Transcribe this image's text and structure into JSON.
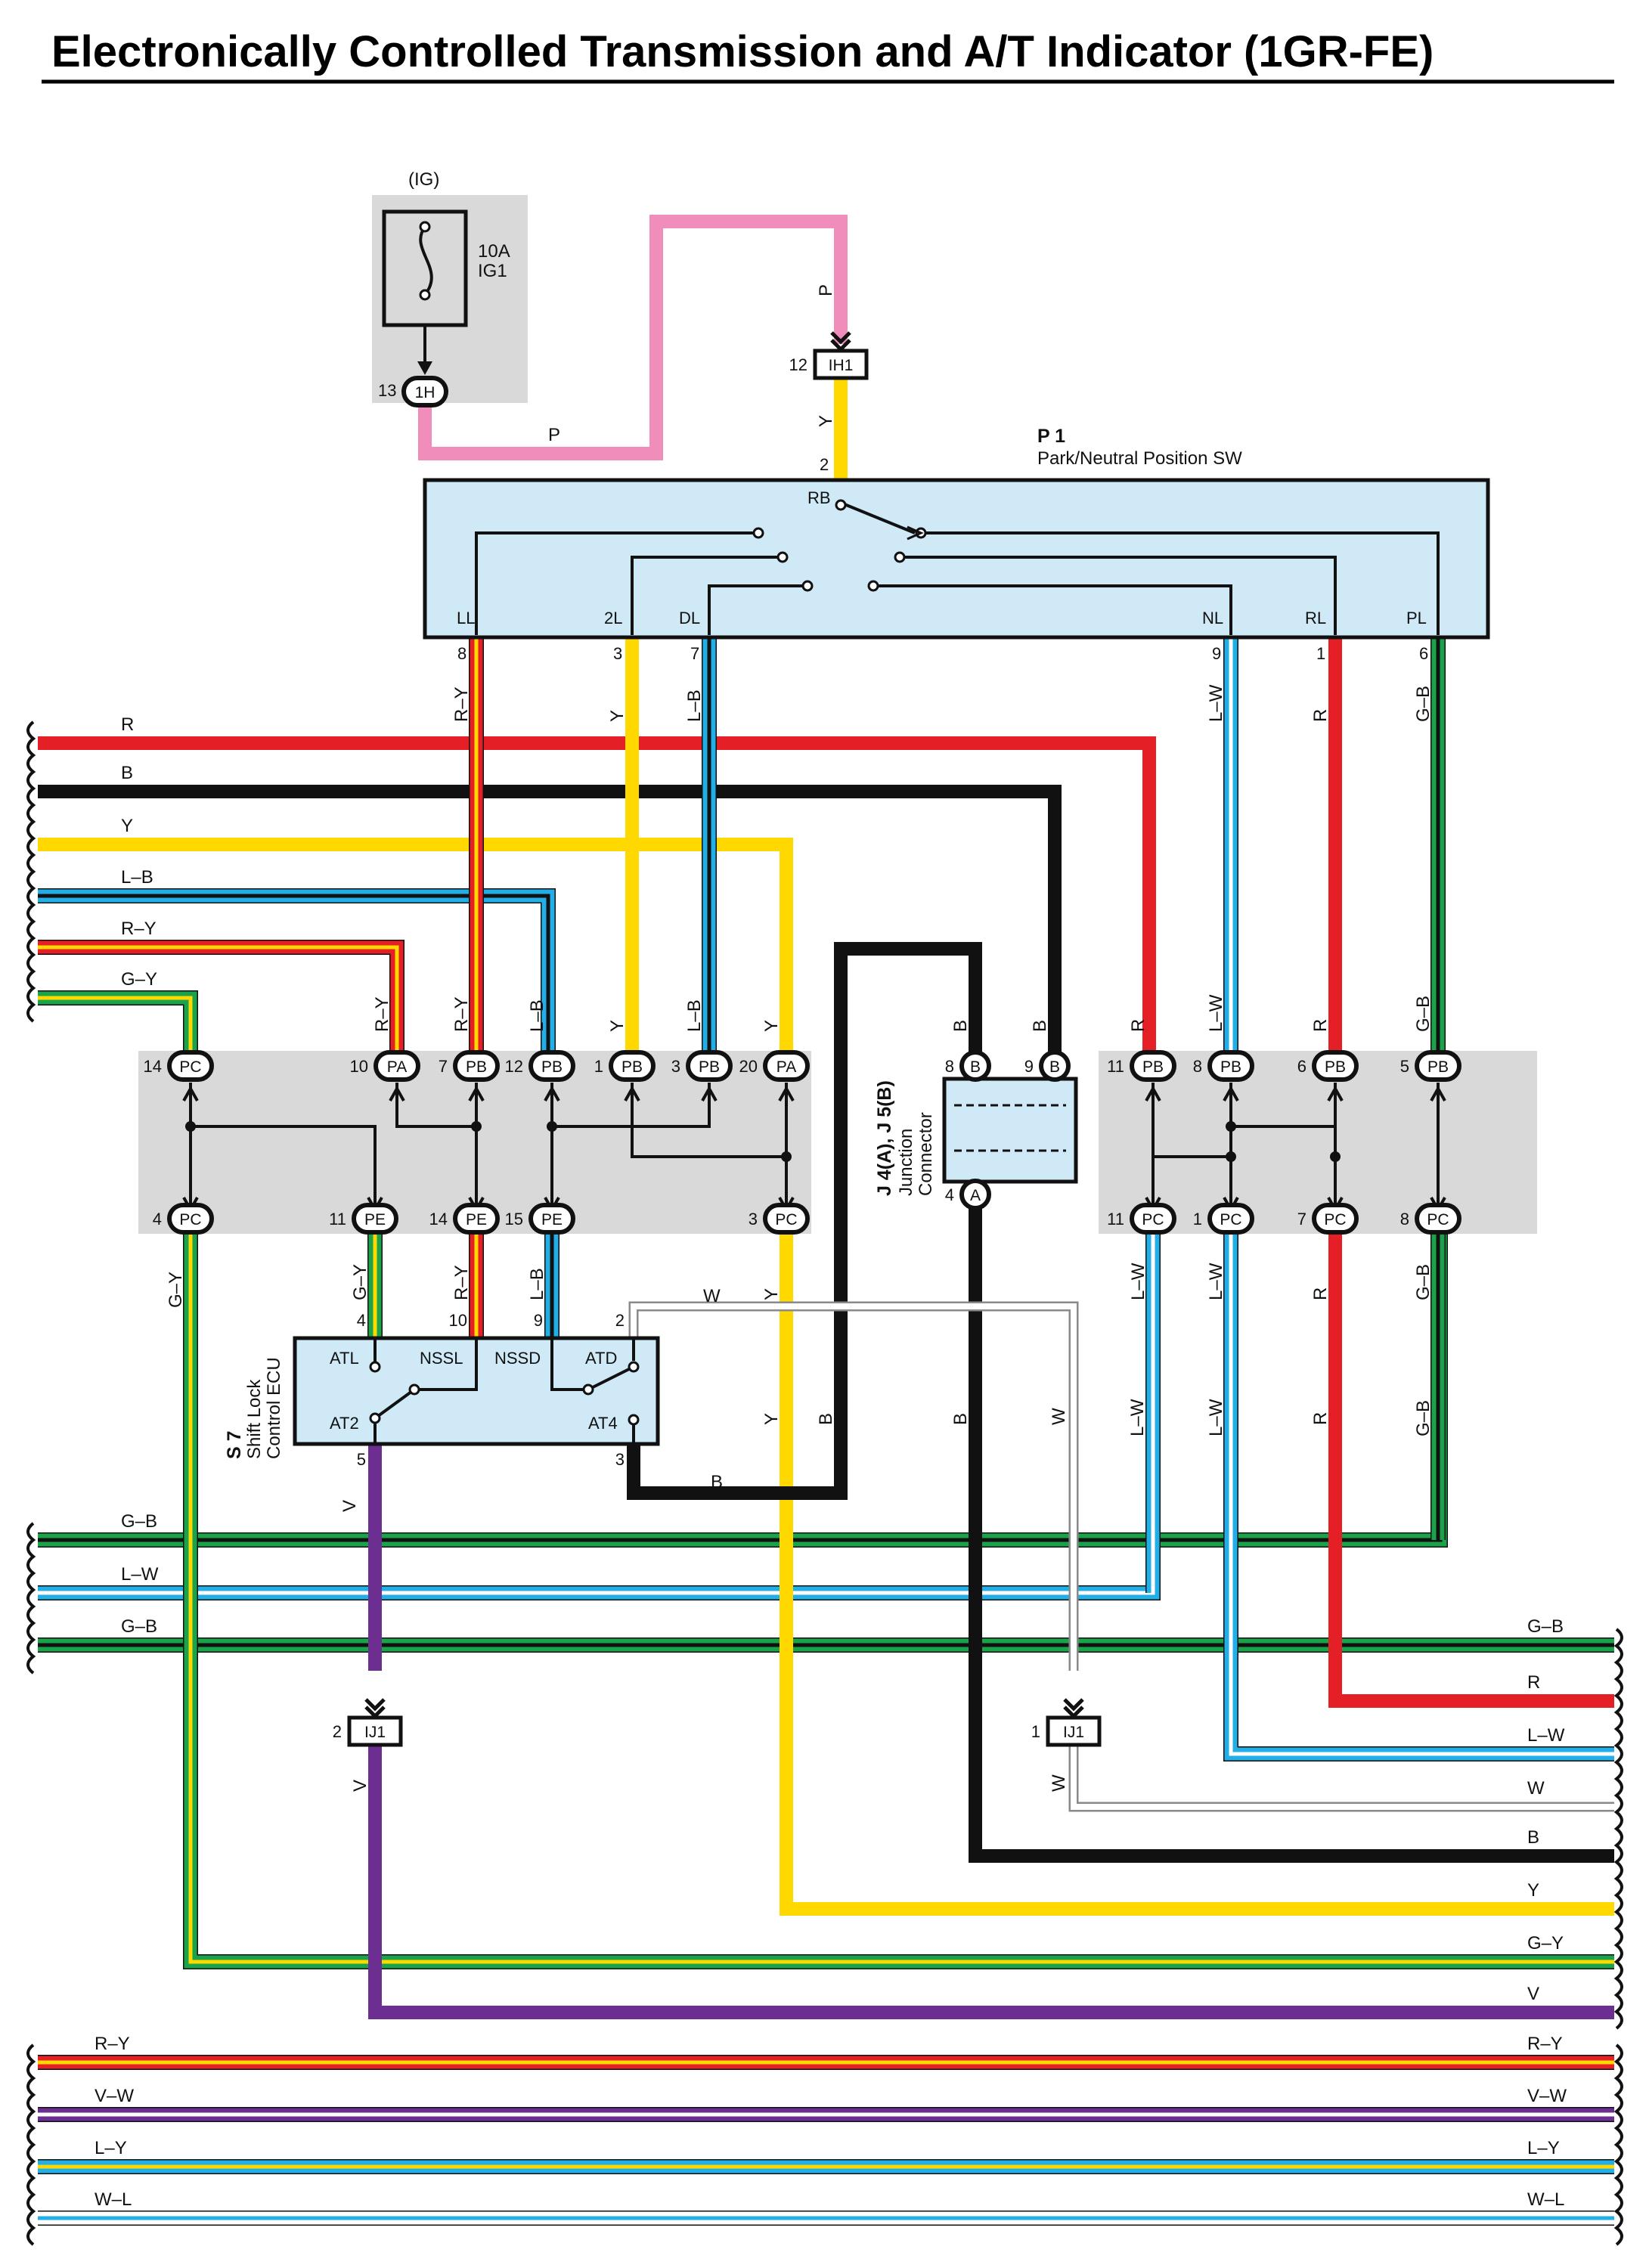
{
  "title": "Electronically Controlled Transmission and A/T Indicator (1GR-FE)",
  "fuse": {
    "source": "(IG)",
    "rating": "10A",
    "name": "IG1",
    "connector_pin": "13",
    "connector": "1H"
  },
  "ih1": {
    "pin": "12",
    "code": "IH1"
  },
  "p1": {
    "id": "P 1",
    "name": "Park/Neutral Position SW",
    "input_pin": "2",
    "input_term": "RB",
    "terminals": [
      {
        "label": "LL",
        "pin": "8",
        "wire": "R–Y"
      },
      {
        "label": "2L",
        "pin": "3",
        "wire": "Y"
      },
      {
        "label": "DL",
        "pin": "7",
        "wire": "L–B"
      },
      {
        "label": "NL",
        "pin": "9",
        "wire": "L–W"
      },
      {
        "label": "RL",
        "pin": "1",
        "wire": "R"
      },
      {
        "label": "PL",
        "pin": "6",
        "wire": "G–B"
      }
    ]
  },
  "left_bus": [
    "R",
    "B",
    "Y",
    "L–B",
    "R–Y",
    "G–Y",
    "G–B",
    "L–W",
    "G–B",
    "R–Y",
    "V–W",
    "L–Y",
    "W–L"
  ],
  "right_bus": [
    "G–B",
    "R",
    "L–W",
    "W",
    "B",
    "Y",
    "G–Y",
    "V",
    "R–Y",
    "V–W",
    "L–Y",
    "W–L"
  ],
  "connectors_top": [
    {
      "pin": "14",
      "code": "PC",
      "wire": ""
    },
    {
      "pin": "10",
      "code": "PA",
      "wire": "R–Y"
    },
    {
      "pin": "7",
      "code": "PB",
      "wire": "R–Y"
    },
    {
      "pin": "12",
      "code": "PB",
      "wire": "L–B"
    },
    {
      "pin": "1",
      "code": "PB",
      "wire": "Y"
    },
    {
      "pin": "3",
      "code": "PB",
      "wire": "L–B"
    },
    {
      "pin": "20",
      "code": "PA",
      "wire": "Y"
    },
    {
      "pin": "11",
      "code": "PB",
      "wire": "R"
    },
    {
      "pin": "8",
      "code": "PB",
      "wire": "L–W"
    },
    {
      "pin": "6",
      "code": "PB",
      "wire": "R"
    },
    {
      "pin": "5",
      "code": "PB",
      "wire": "G–B"
    }
  ],
  "connectors_bottom": [
    {
      "pin": "4",
      "code": "PC",
      "wire": "G–Y"
    },
    {
      "pin": "11",
      "code": "PE",
      "wire": "G–Y"
    },
    {
      "pin": "14",
      "code": "PE",
      "wire": "R–Y"
    },
    {
      "pin": "15",
      "code": "PE",
      "wire": "L–B"
    },
    {
      "pin": "3",
      "code": "PC",
      "wire": "Y"
    },
    {
      "pin": "11",
      "code": "PC",
      "wire": "L–W"
    },
    {
      "pin": "1",
      "code": "PC",
      "wire": "L–W"
    },
    {
      "pin": "7",
      "code": "PC",
      "wire": "R"
    },
    {
      "pin": "8",
      "code": "PC",
      "wire": "G–B"
    }
  ],
  "junction": {
    "id": "J 4(A), J 5(B)",
    "line1": "Junction",
    "line2": "Connector",
    "pins": [
      {
        "pin": "8",
        "code": "B",
        "wire": "B"
      },
      {
        "pin": "9",
        "code": "B",
        "wire": "B"
      },
      {
        "pin": "4",
        "code": "A",
        "wire": "B"
      }
    ]
  },
  "s7": {
    "id": "S 7",
    "line1": "Shift Lock",
    "line2": "Control ECU",
    "terminals": [
      "ATL",
      "NSSL",
      "NSSD",
      "ATD",
      "AT2",
      "AT4"
    ],
    "pins": [
      {
        "pin": "4",
        "wire": "G–Y"
      },
      {
        "pin": "10",
        "wire": "R–Y"
      },
      {
        "pin": "9",
        "wire": "L–B"
      },
      {
        "pin": "2",
        "wire": "W"
      },
      {
        "pin": "5",
        "wire": "V"
      },
      {
        "pin": "3",
        "wire": "B"
      }
    ]
  },
  "ij1_left": {
    "pin": "2",
    "code": "IJ1",
    "wire": "V"
  },
  "ij1_right": {
    "pin": "1",
    "code": "IJ1",
    "wire": "W"
  },
  "wire_labels": {
    "fuse_to_ih1": "P",
    "ih1_top": "P",
    "ih1_bottom": "Y",
    "s7_pin3": "B",
    "s7_pin2": "W",
    "y_down": "Y",
    "b_down": "B",
    "b_down2": "B",
    "w_down": "W",
    "lw_down1": "L–W",
    "lw_down2": "L–W",
    "r_down": "R",
    "gb_down": "G–B"
  },
  "colors": {
    "R": "#e41f26",
    "B": "#111111",
    "Y": "#ffd800",
    "L": "#22aee6",
    "G": "#1aa34a",
    "P": "#f08dbb",
    "V": "#6d2e91",
    "W": "#ffffff",
    "panel": "#cfe9f7",
    "shade": "#d9d9d9"
  }
}
